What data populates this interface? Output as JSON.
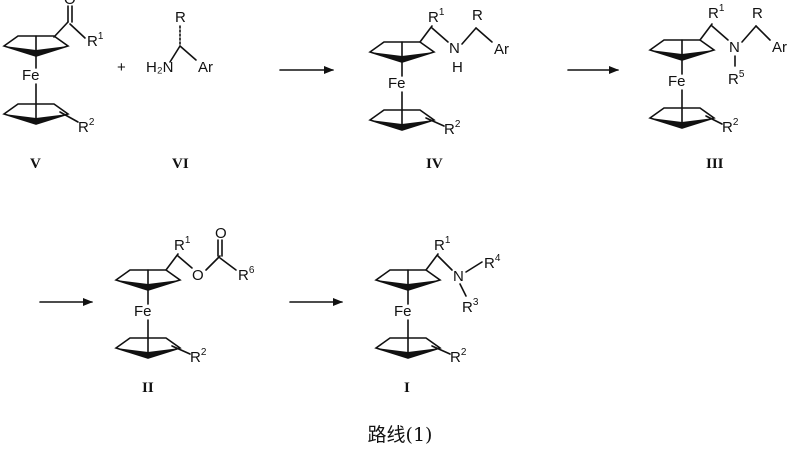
{
  "scheme": {
    "caption": "路线(1)",
    "plus": "+",
    "compounds": [
      {
        "id": "V",
        "label": "V",
        "substituents": [
          "R1",
          "R2"
        ],
        "atoms": [
          "Fe",
          "O"
        ]
      },
      {
        "id": "VI",
        "label": "VI",
        "substituents": [
          "R",
          "Ar"
        ],
        "atoms": [
          "H2N"
        ]
      },
      {
        "id": "IV",
        "label": "IV",
        "substituents": [
          "R1",
          "R",
          "Ar",
          "R2"
        ],
        "atoms": [
          "Fe",
          "N",
          "H"
        ]
      },
      {
        "id": "III",
        "label": "III",
        "substituents": [
          "R1",
          "R",
          "Ar",
          "R5",
          "R2"
        ],
        "atoms": [
          "Fe",
          "N"
        ]
      },
      {
        "id": "II",
        "label": "II",
        "substituents": [
          "R1",
          "R6",
          "R2"
        ],
        "atoms": [
          "Fe",
          "O"
        ]
      },
      {
        "id": "I",
        "label": "I",
        "substituents": [
          "R1",
          "R4",
          "R3",
          "R2"
        ],
        "atoms": [
          "Fe",
          "N"
        ]
      }
    ],
    "text": {
      "Fe": "Fe",
      "O": "O",
      "N": "N",
      "H": "H",
      "H2N": "H₂N",
      "R": "R",
      "Ar": "Ar",
      "R1": "R",
      "R2": "R",
      "sup1": "1",
      "sup2": "2",
      "sup3": "3",
      "sup4": "4",
      "sup5": "5",
      "sup6": "6"
    }
  }
}
